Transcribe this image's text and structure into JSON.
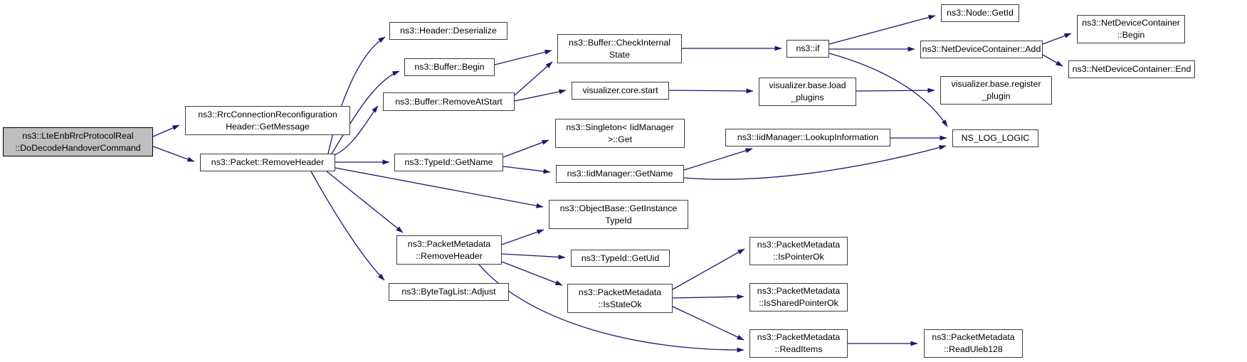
{
  "diagram": {
    "type": "doxygen-call-graph",
    "root_function": "ns3::LteEnbRrcProtocolReal::DoDecodeHandoverCommand",
    "colors": {
      "background": "#ffffff",
      "edge": "#191970",
      "node_border": "#3d3d3d",
      "node_fill": "#ffffff",
      "root_fill": "#bebebe",
      "text": "#000000"
    }
  },
  "nodes": {
    "root": {
      "label": "ns3::LteEnbRrcProtocolReal\n::DoDecodeHandoverCommand"
    },
    "get_message": {
      "label": "ns3::RrcConnectionReconfiguration\nHeader::GetMessage"
    },
    "packet_remove_header": {
      "label": "ns3::Packet::RemoveHeader"
    },
    "header_deserialize": {
      "label": "ns3::Header::Deserialize"
    },
    "buffer_begin": {
      "label": "ns3::Buffer::Begin"
    },
    "buffer_remove_at_start": {
      "label": "ns3::Buffer::RemoveAtStart"
    },
    "buffer_check_internal_state": {
      "label": "ns3::Buffer::CheckInternal\nState"
    },
    "visualizer_core_start": {
      "label": "visualizer.core.start"
    },
    "singleton_get": {
      "label": "ns3::Singleton< IidManager\n>::Get"
    },
    "typeid_get_name": {
      "label": "ns3::TypeId::GetName"
    },
    "iid_manager_get_name": {
      "label": "ns3::IidManager::GetName"
    },
    "lookup_information": {
      "label": "ns3::IidManager::LookupInformation"
    },
    "ns_log_logic": {
      "label": "NS_LOG_LOGIC"
    },
    "get_instance_type_id": {
      "label": "ns3::ObjectBase::GetInstance\nTypeId"
    },
    "pm_remove_header": {
      "label": "ns3::PacketMetadata\n::RemoveHeader"
    },
    "typeid_get_uid": {
      "label": "ns3::TypeId::GetUid"
    },
    "pm_is_state_ok": {
      "label": "ns3::PacketMetadata\n::IsStateOk"
    },
    "byte_tag_list_adjust": {
      "label": "ns3::ByteTagList::Adjust"
    },
    "pm_is_pointer_ok": {
      "label": "ns3::PacketMetadata\n::IsPointerOk"
    },
    "pm_is_shared_pointer_ok": {
      "label": "ns3::PacketMetadata\n::IsSharedPointerOk"
    },
    "pm_read_items": {
      "label": "ns3::PacketMetadata\n::ReadItems"
    },
    "pm_read_uleb128": {
      "label": "ns3::PacketMetadata\n::ReadUleb128"
    },
    "ns3_if": {
      "label": "ns3::if"
    },
    "viz_load_plugins": {
      "label": "visualizer.base.load\n_plugins"
    },
    "viz_register_plugin": {
      "label": "visualizer.base.register\n_plugin"
    },
    "node_get_id": {
      "label": "ns3::Node::GetId"
    },
    "ndc_add": {
      "label": "ns3::NetDeviceContainer::Add"
    },
    "ndc_begin": {
      "label": "ns3::NetDeviceContainer\n::Begin"
    },
    "ndc_end": {
      "label": "ns3::NetDeviceContainer::End"
    }
  },
  "edges": [
    {
      "from": "root",
      "to": "get_message"
    },
    {
      "from": "root",
      "to": "packet_remove_header"
    },
    {
      "from": "packet_remove_header",
      "to": "header_deserialize"
    },
    {
      "from": "packet_remove_header",
      "to": "buffer_begin"
    },
    {
      "from": "packet_remove_header",
      "to": "buffer_remove_at_start"
    },
    {
      "from": "packet_remove_header",
      "to": "typeid_get_name"
    },
    {
      "from": "packet_remove_header",
      "to": "get_instance_type_id"
    },
    {
      "from": "packet_remove_header",
      "to": "pm_remove_header"
    },
    {
      "from": "packet_remove_header",
      "to": "byte_tag_list_adjust"
    },
    {
      "from": "buffer_begin",
      "to": "buffer_check_internal_state"
    },
    {
      "from": "buffer_remove_at_start",
      "to": "buffer_check_internal_state"
    },
    {
      "from": "buffer_remove_at_start",
      "to": "visualizer_core_start"
    },
    {
      "from": "buffer_check_internal_state",
      "to": "ns3_if"
    },
    {
      "from": "visualizer_core_start",
      "to": "viz_load_plugins"
    },
    {
      "from": "viz_load_plugins",
      "to": "viz_register_plugin"
    },
    {
      "from": "ns3_if",
      "to": "node_get_id"
    },
    {
      "from": "ns3_if",
      "to": "ndc_add"
    },
    {
      "from": "ns3_if",
      "to": "ns_log_logic"
    },
    {
      "from": "ndc_add",
      "to": "ndc_begin"
    },
    {
      "from": "ndc_add",
      "to": "ndc_end"
    },
    {
      "from": "typeid_get_name",
      "to": "singleton_get"
    },
    {
      "from": "typeid_get_name",
      "to": "iid_manager_get_name"
    },
    {
      "from": "iid_manager_get_name",
      "to": "lookup_information"
    },
    {
      "from": "iid_manager_get_name",
      "to": "ns_log_logic"
    },
    {
      "from": "lookup_information",
      "to": "ns_log_logic"
    },
    {
      "from": "pm_remove_header",
      "to": "get_instance_type_id"
    },
    {
      "from": "pm_remove_header",
      "to": "typeid_get_uid"
    },
    {
      "from": "pm_remove_header",
      "to": "pm_is_state_ok"
    },
    {
      "from": "pm_remove_header",
      "to": "pm_read_items"
    },
    {
      "from": "pm_is_state_ok",
      "to": "pm_is_pointer_ok"
    },
    {
      "from": "pm_is_state_ok",
      "to": "pm_is_shared_pointer_ok"
    },
    {
      "from": "pm_is_state_ok",
      "to": "pm_read_items"
    },
    {
      "from": "pm_read_items",
      "to": "pm_read_uleb128"
    }
  ]
}
